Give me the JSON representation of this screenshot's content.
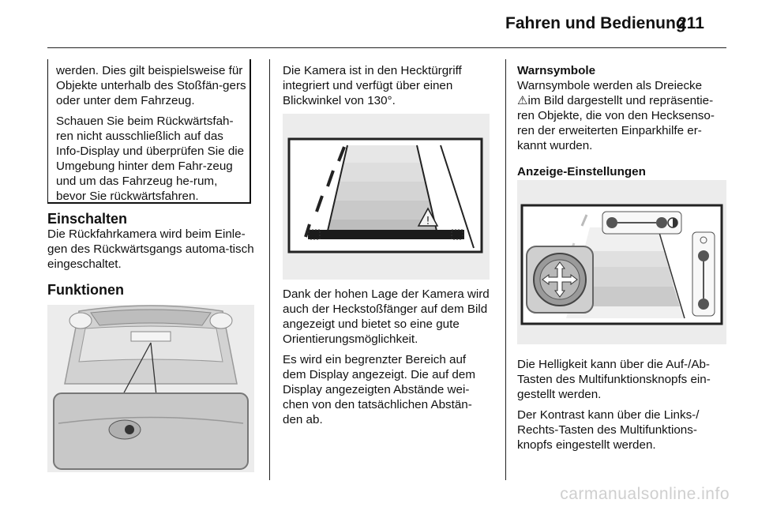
{
  "header": {
    "title": "Fahren und Bedienung",
    "page_number": "211"
  },
  "col1": {
    "note_p1": "werden. Dies gilt beispielsweise für Objekte unterhalb des Stoßfän-gers oder unter dem Fahrzeug.",
    "note_p2": "Schauen Sie beim Rückwärtsfah-ren nicht ausschließlich auf das Info-Display und überprüfen Sie die Umgebung hinter dem Fahr-zeug und um das Fahrzeug he-rum, bevor Sie rückwärtsfahren.",
    "heading_einschalten": "Einschalten",
    "einschalten_text": "Die Rückfahrkamera wird beim Einle-gen des Rückwärtsgangs automa-tisch eingeschaltet.",
    "heading_funktionen": "Funktionen"
  },
  "col2": {
    "intro": "Die Kamera ist in den Hecktürgriff integriert und verfügt über einen Blickwinkel von 130°.",
    "p1": "Dank der hohen Lage der Kamera wird auch der Heckstoßfänger auf dem Bild angezeigt und bietet so eine gute Orientierungsmöglichkeit.",
    "p2": "Es wird ein begrenzter Bereich auf dem Display angezeigt. Die auf dem Display angezeigten Abstände wei-chen von den tatsächlichen Abstän-den ab."
  },
  "col3": {
    "heading_warnsymbole": "Warnsymbole",
    "warn_text_a": "Warnsymbole werden als Dreiecke",
    "warn_icon": "⚠",
    "warn_text_b": "im Bild dargestellt und repräsentie-ren Objekte, die von den Hecksenso-ren der erweiterten Einparkhilfe er-kannt wurden.",
    "heading_anzeige": "Anzeige-Einstellungen",
    "p1": "Die Helligkeit kann über die Auf-/Ab-Tasten des Multifunktionsknopfs ein-gestellt werden.",
    "p2": "Der Kontrast kann über die Links-/ Rechts-Tasten des Multifunktions-knopfs eingestellt werden."
  },
  "footer": {
    "watermark": "carmanualsonline.info"
  }
}
